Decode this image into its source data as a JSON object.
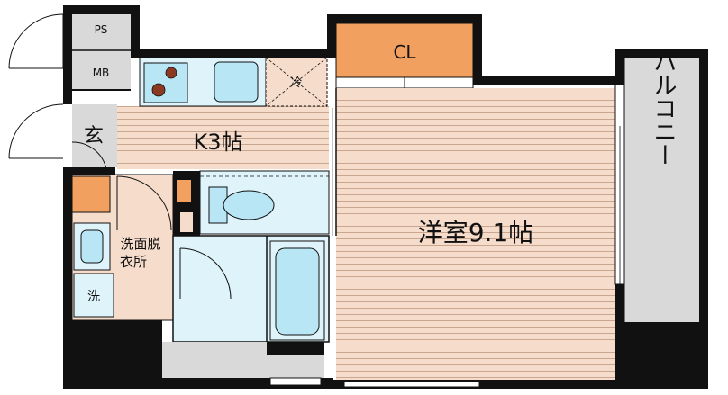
{
  "rooms": {
    "ps": "PS",
    "mb": "MB",
    "cl": "CL",
    "kitchen": "K3帖",
    "fridge": "冷",
    "entrance": "玄",
    "washroom_line1": "洗面脱",
    "washroom_line2": "衣所",
    "washer": "洗",
    "western": "洋室9.1帖",
    "balcony": "バルコニー"
  },
  "colors": {
    "wall": "#111111",
    "floor_wood": "#f6dccb",
    "wood_line": "#c9a690",
    "tile_gray": "#d9d9d9",
    "bath_blue": "#dff3fb",
    "fixture_blue": "#b8e6f5",
    "closet_orange": "#f1a060",
    "stove_red": "#8a3a22"
  }
}
